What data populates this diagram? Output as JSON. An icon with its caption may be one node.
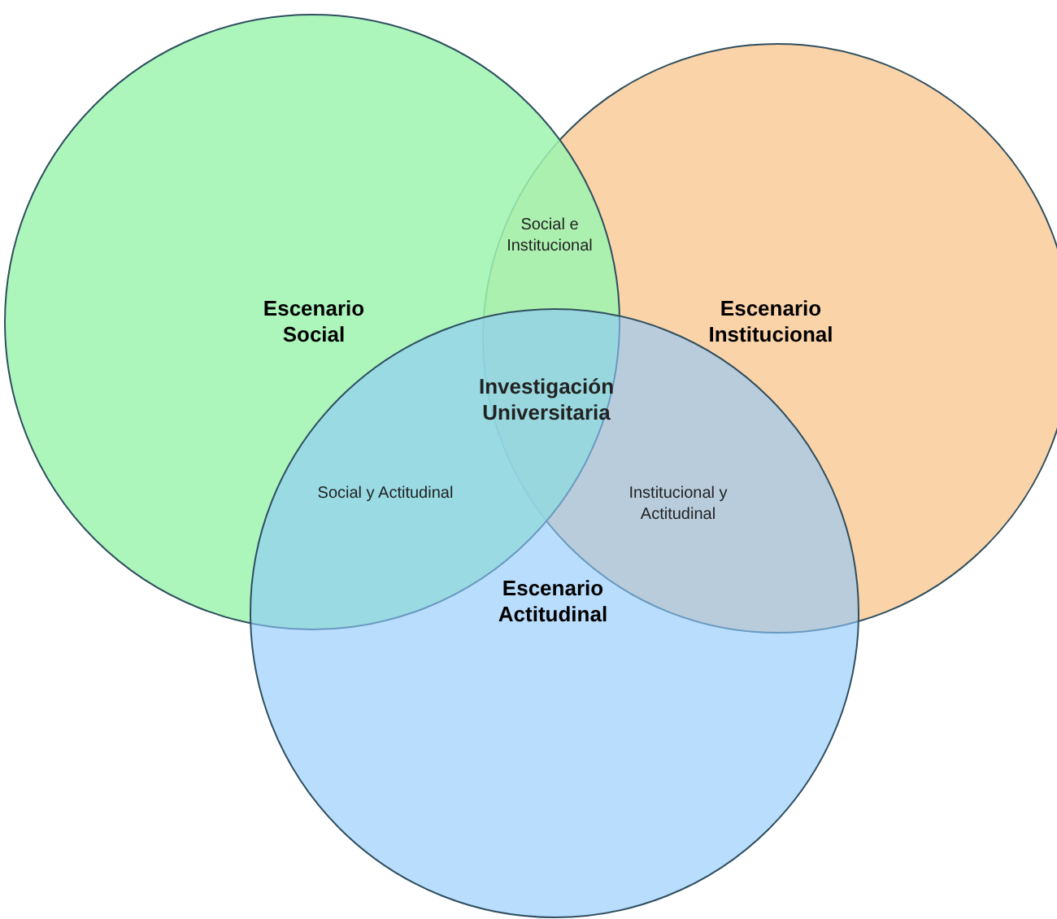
{
  "diagram": {
    "nodes": [
      {
        "text": [
          "Escenario Social"
        ]
      },
      {
        "text": [
          "Escenario Institucional"
        ]
      },
      {
        "text": [
          "Escenario Actitudinal"
        ]
      }
    ],
    "labels": [
      "Social e Institucional",
      "Investigación Universitaria",
      "Social y Actitudinal",
      "Institucional y Actitudinal"
    ]
  }
}
